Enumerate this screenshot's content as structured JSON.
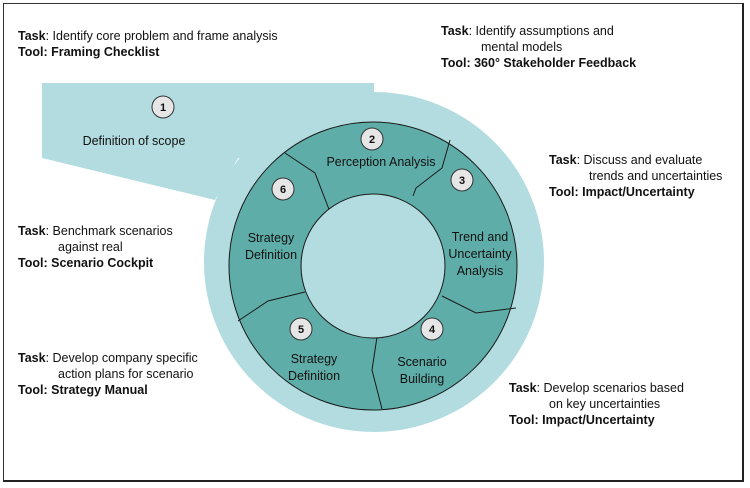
{
  "colors": {
    "light_teal": "#b2dce0",
    "ring_teal": "#5fada8",
    "badge_fill": "#e6e6e6",
    "outline": "#1a1a1a"
  },
  "steps": [
    {
      "number": "1",
      "label_lines": [
        "Definition of scope"
      ]
    },
    {
      "number": "2",
      "label_lines": [
        "Perception Analysis"
      ]
    },
    {
      "number": "3",
      "label_lines": [
        "Trend and",
        "Uncertainty",
        "Analysis"
      ]
    },
    {
      "number": "4",
      "label_lines": [
        "Scenario",
        "Building"
      ]
    },
    {
      "number": "5",
      "label_lines": [
        "Strategy",
        "Definition"
      ]
    },
    {
      "number": "6",
      "label_lines": [
        "Strategy",
        "Definition"
      ]
    }
  ],
  "notes": [
    {
      "id": "step1",
      "task_label": "Task",
      "task_lines": [
        "Identify core problem and frame analysis"
      ],
      "tool_label": "Tool:",
      "tool": "Framing Checklist"
    },
    {
      "id": "step2",
      "task_label": "Task",
      "task_lines": [
        "Identify assumptions and",
        "mental models"
      ],
      "tool_label": "Tool:",
      "tool": "360° Stakeholder Feedback"
    },
    {
      "id": "step3",
      "task_label": "Task",
      "task_lines": [
        "Discuss and evaluate",
        "trends and uncertainties"
      ],
      "tool_label": "Tool:",
      "tool": "Impact/Uncertainty"
    },
    {
      "id": "step4",
      "task_label": "Task",
      "task_lines": [
        "Develop scenarios based",
        "on key uncertainties"
      ],
      "tool_label": "Tool:",
      "tool": "Impact/Uncertainty"
    },
    {
      "id": "step5",
      "task_label": "Task",
      "task_lines": [
        "Develop company specific",
        "action plans for scenario"
      ],
      "tool_label": "Tool:",
      "tool": "Strategy Manual"
    },
    {
      "id": "step6",
      "task_label": "Task",
      "task_lines": [
        "Benchmark scenarios",
        "against real"
      ],
      "tool_label": "Tool:",
      "tool": "Scenario Cockpit"
    }
  ]
}
